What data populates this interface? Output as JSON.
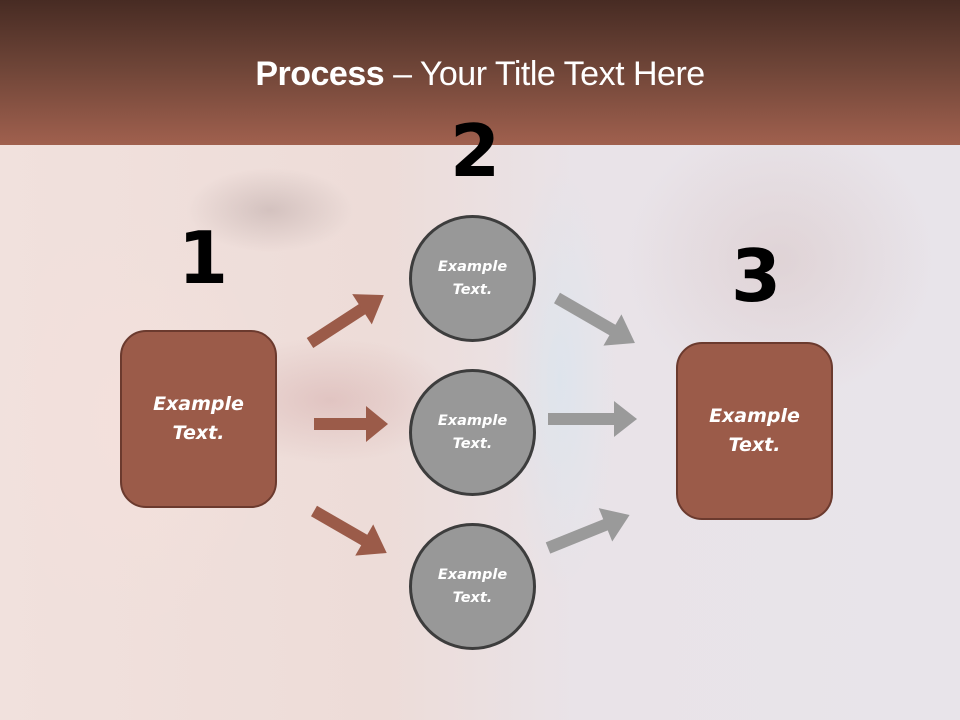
{
  "slide": {
    "title_bold": "Process",
    "title_rest": " – Your Title Text Here"
  },
  "colors": {
    "header_top": "#472b23",
    "header_bottom": "#a0604e",
    "box_fill": "#9b5b49",
    "box_border": "#6b3a2e",
    "circle_fill": "#989898",
    "circle_border": "#3d3d3d",
    "arrow_brown": "#9b5b49",
    "arrow_gray": "#9a9a9a"
  },
  "steps": [
    {
      "number": "1",
      "box": {
        "line1": "Example",
        "line2": "Text."
      }
    },
    {
      "number": "2",
      "circles": [
        {
          "line1": "Example",
          "line2": "Text."
        },
        {
          "line1": "Example",
          "line2": "Text."
        },
        {
          "line1": "Example",
          "line2": "Text."
        }
      ]
    },
    {
      "number": "3",
      "box": {
        "line1": "Example",
        "line2": "Text."
      }
    }
  ]
}
